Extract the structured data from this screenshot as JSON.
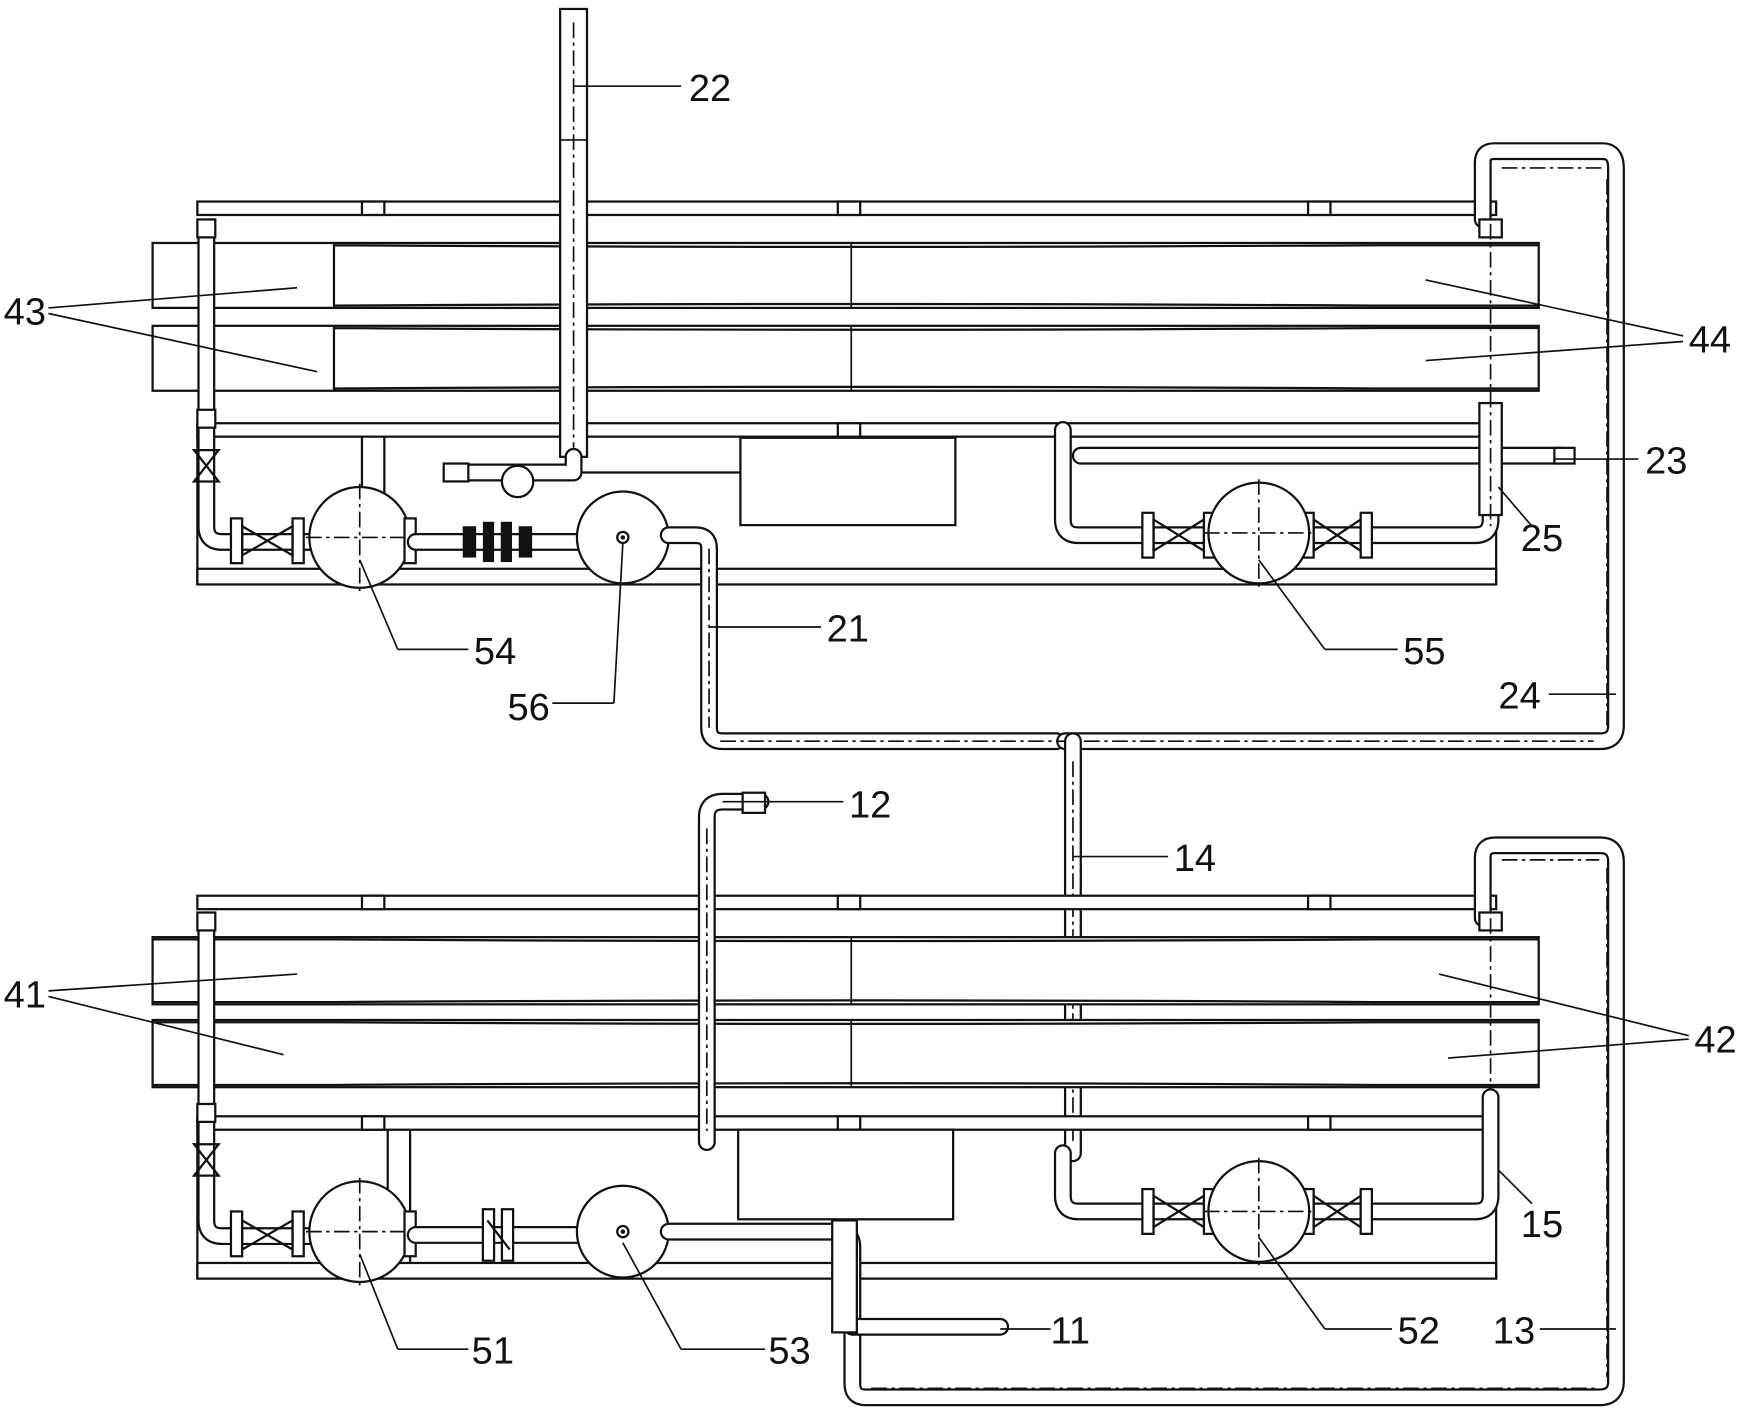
{
  "labels": {
    "l11": "11",
    "l12": "12",
    "l13": "13",
    "l14": "14",
    "l15": "15",
    "l21": "21",
    "l22": "22",
    "l23": "23",
    "l24": "24",
    "l25": "25",
    "l41": "41",
    "l42": "42",
    "l43": "43",
    "l44": "44",
    "l51": "51",
    "l52": "52",
    "l53": "53",
    "l54": "54",
    "l55": "55",
    "l56": "56"
  }
}
